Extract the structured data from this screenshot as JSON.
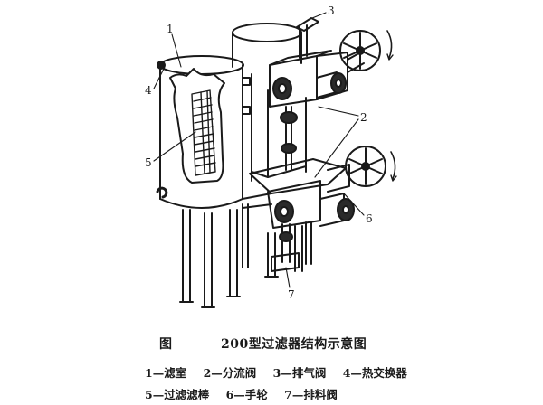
{
  "figure": {
    "callouts": [
      "1",
      "2",
      "3",
      "4",
      "5",
      "6",
      "7"
    ],
    "caption_label": "图",
    "caption_title": "200型过滤器结构示意图",
    "legend": [
      "1—滤室",
      "2—分流阀",
      "3—排气阀",
      "4—热交换器",
      "5—过滤滤棒",
      "6—手轮",
      "7—排料阀"
    ]
  },
  "colors": {
    "line": "#1a1a1a",
    "fill_dark": "#2a2a2a",
    "background": "#ffffff"
  }
}
